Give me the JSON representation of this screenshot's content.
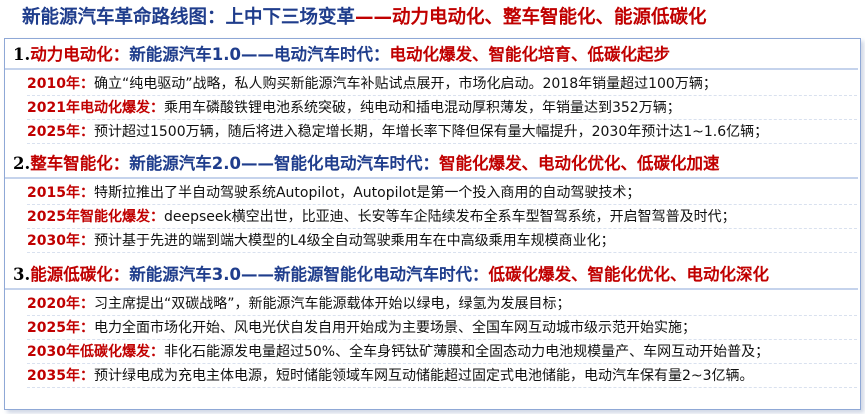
{
  "title": {
    "part1": "新能源汽车革命路线图：上中下三场变革",
    "dash": "——",
    "part2": "动力电动化、整车智能化、能源低碳化"
  },
  "sections": [
    {
      "num": "1.",
      "name": "动力电动化",
      "colon": "：",
      "era": "新能源汽车1.0——电动汽车时代：",
      "features": "电动化爆发、智能化培育、低碳化起步",
      "items": [
        {
          "label": "2010年：",
          "text": "确立“纯电驱动”战略，私人购买新能源汽车补贴试点展开，市场化启动。2018年销量超过100万辆；"
        },
        {
          "label": "2021年电动化爆发：",
          "text": "乘用车磷酸铁锂电池系统突破，纯电动和插电混动厚积薄发，年销量达到352万辆；"
        },
        {
          "label": "2025年：",
          "text": "预计超过1500万辆，随后将进入稳定增长期，年增长率下降但保有量大幅提升，2030年预计达1~1.6亿辆；"
        }
      ]
    },
    {
      "num": "2.",
      "name": "整车智能化",
      "colon": "：",
      "era": "新能源汽车2.0——智能化电动汽车时代：",
      "features": "智能化爆发、电动化优化、低碳化加速",
      "items": [
        {
          "label": "2015年：",
          "text": "特斯拉推出了半自动驾驶系统Autopilot，Autopilot是第一个投入商用的自动驾驶技术；"
        },
        {
          "label": "2025年智能化爆发：",
          "text": "deepseek横空出世，比亚迪、长安等车企陆续发布全系车型智驾系统，开启智驾普及时代；"
        },
        {
          "label": "2030年：",
          "text": "预计基于先进的端到端大模型的L4级全自动驾驶乘用车在中高级乘用车规模商业化；"
        }
      ]
    },
    {
      "num": "3.",
      "name": "能源低碳化",
      "colon": "：",
      "era": "新能源汽车3.0——新能源智能化电动汽车时代：",
      "features": "低碳化爆发、智能化优化、电动化深化",
      "items": [
        {
          "label": "2020年：",
          "text": "习主席提出“双碳战略”，新能源汽车能源载体开始以绿电，绿氢为发展目标；"
        },
        {
          "label": "2025年：",
          "text": "电力全面市场化开始、风电光伏自发自用开始成为主要场景、全国车网互动城市级示范开始实施；"
        },
        {
          "label": "2030年低碳化爆发：",
          "text": "非化石能源发电量超过50%、全车身钙钛矿薄膜和全固态动力电池规模量产、车网互动开始普及；"
        },
        {
          "label": "2035年：",
          "text": "预计绿电成为充电主体电源，短时储能领域车网互动储能超过固定式电池储能，电动汽车保有量2~3亿辆。"
        }
      ]
    }
  ]
}
